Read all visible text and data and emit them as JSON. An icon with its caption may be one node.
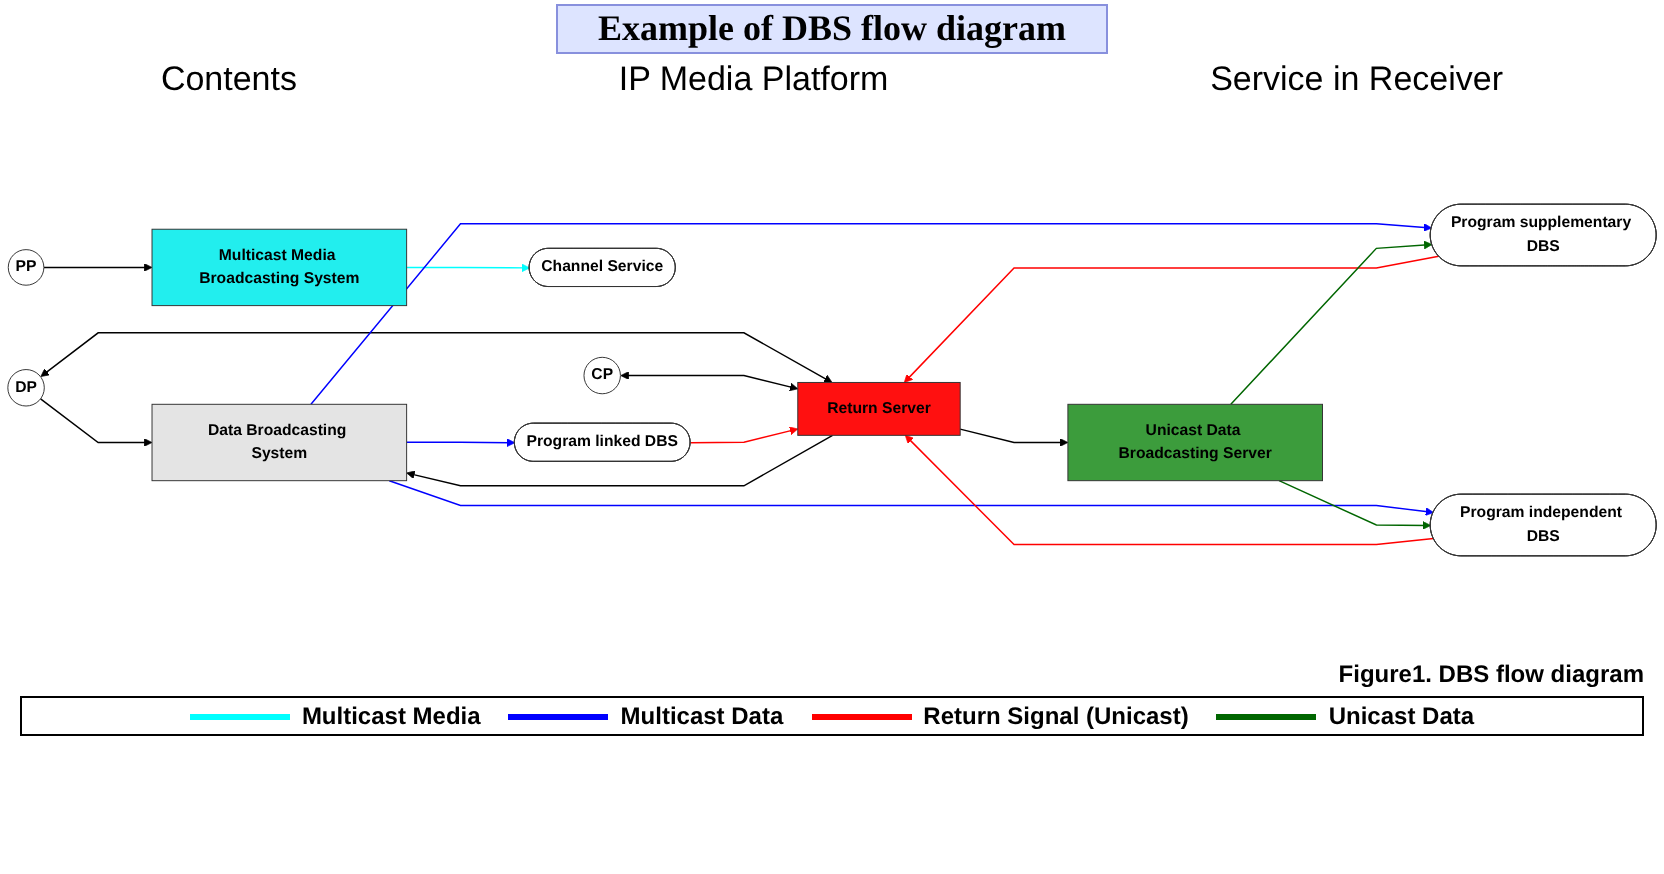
{
  "diagram": {
    "title": "Example of DBS flow diagram",
    "caption": "Figure1. DBS flow diagram",
    "nodes": [
      {
        "text": [
          "PP"
        ]
      },
      {
        "text": [
          "DP"
        ]
      },
      {
        "text": [
          "CP"
        ]
      },
      {
        "text": [
          "Multicast Media Broadcasting System"
        ]
      },
      {
        "text": [
          "Data Broadcasting System"
        ]
      },
      {
        "text": [
          "Return Server"
        ]
      },
      {
        "text": [
          "Unicast Data Broadcasting Server"
        ]
      },
      {
        "text": [
          "Channel Service"
        ]
      },
      {
        "text": [
          "Program linked DBS"
        ]
      },
      {
        "text": [
          "Program supplementary DBS"
        ]
      },
      {
        "text": [
          "Program independent DBS"
        ]
      }
    ],
    "edges": [
      {
        "from": 0,
        "to": 3,
        "arrow": "to"
      },
      {
        "from": 1,
        "to": 4,
        "arrow": "to"
      },
      {
        "from": 1,
        "to": 5,
        "arrow": "both"
      },
      {
        "from": 2,
        "to": 5,
        "arrow": "both"
      },
      {
        "from": 5,
        "to": 4,
        "arrow": "to"
      },
      {
        "from": 5,
        "to": 6,
        "arrow": "to"
      },
      {
        "from": 3,
        "to": 7,
        "arrow": "to",
        "color": "#00ffff"
      },
      {
        "from": 4,
        "to": 8,
        "arrow": "to",
        "color": "#0000ff"
      },
      {
        "from": 4,
        "to": 9,
        "arrow": "to",
        "color": "#0000ff"
      },
      {
        "from": 4,
        "to": 10,
        "arrow": "to",
        "color": "#0000ff"
      },
      {
        "from": 8,
        "to": 5,
        "arrow": "to",
        "color": "#ff0000"
      },
      {
        "from": 9,
        "to": 5,
        "arrow": "to",
        "color": "#ff0000"
      },
      {
        "from": 10,
        "to": 5,
        "arrow": "to",
        "color": "#ff0000"
      },
      {
        "from": 6,
        "to": 9,
        "arrow": "to",
        "color": "#006600"
      },
      {
        "from": 6,
        "to": 10,
        "arrow": "to",
        "color": "#006600"
      }
    ],
    "labels": [
      "Contents",
      "IP Media Platform",
      "Service in Receiver"
    ],
    "legend": [
      {
        "text": "Multicast Media",
        "color": "#00ffff"
      },
      {
        "text": "Multicast Data",
        "color": "#0000ff"
      },
      {
        "text": "Return Signal (Unicast)",
        "color": "#ff0000"
      },
      {
        "text": "Unicast Data",
        "color": "#006600"
      }
    ]
  }
}
